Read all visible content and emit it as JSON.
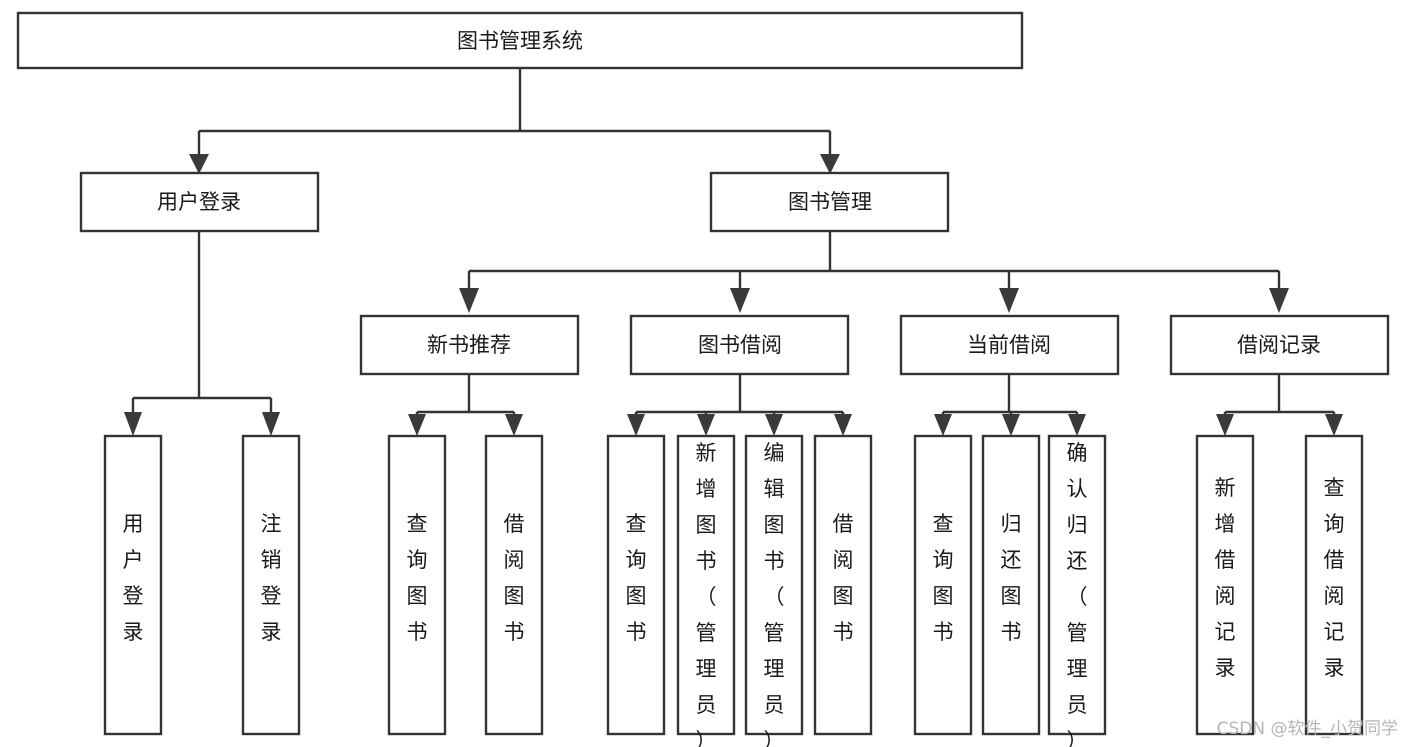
{
  "diagram": {
    "title": "图书管理系统",
    "type": "tree",
    "orientation": "top-down",
    "colors": {
      "box_stroke": "#333333",
      "box_fill": "#ffffff",
      "connector": "#333333",
      "arrow": "#3a3a3a",
      "text": "#1a1a1a",
      "watermark": "#b6b6b6",
      "background": "#ffffff"
    },
    "root": {
      "label": "图书管理系统"
    },
    "level2": [
      {
        "label": "用户登录"
      },
      {
        "label": "图书管理"
      }
    ],
    "level3": [
      {
        "label": "新书推荐"
      },
      {
        "label": "图书借阅"
      },
      {
        "label": "当前借阅"
      },
      {
        "label": "借阅记录"
      }
    ],
    "leaves": {
      "user_login": [
        {
          "label": "用户登录"
        },
        {
          "label": "注销登录"
        }
      ],
      "new_book_recommend": [
        {
          "label": "查询图书"
        },
        {
          "label": "借阅图书"
        }
      ],
      "book_borrow": [
        {
          "label": "查询图书"
        },
        {
          "label": "新增图书（管理员）"
        },
        {
          "label": "编辑图书（管理员）"
        },
        {
          "label": "借阅图书"
        }
      ],
      "current_borrow": [
        {
          "label": "查询图书"
        },
        {
          "label": "归还图书"
        },
        {
          "label": "确认归还（管理员）"
        }
      ],
      "borrow_records": [
        {
          "label": "新增借阅记录"
        },
        {
          "label": "查询借阅记录"
        }
      ]
    }
  },
  "watermark": {
    "text": "CSDN @软件_小贺同学"
  }
}
